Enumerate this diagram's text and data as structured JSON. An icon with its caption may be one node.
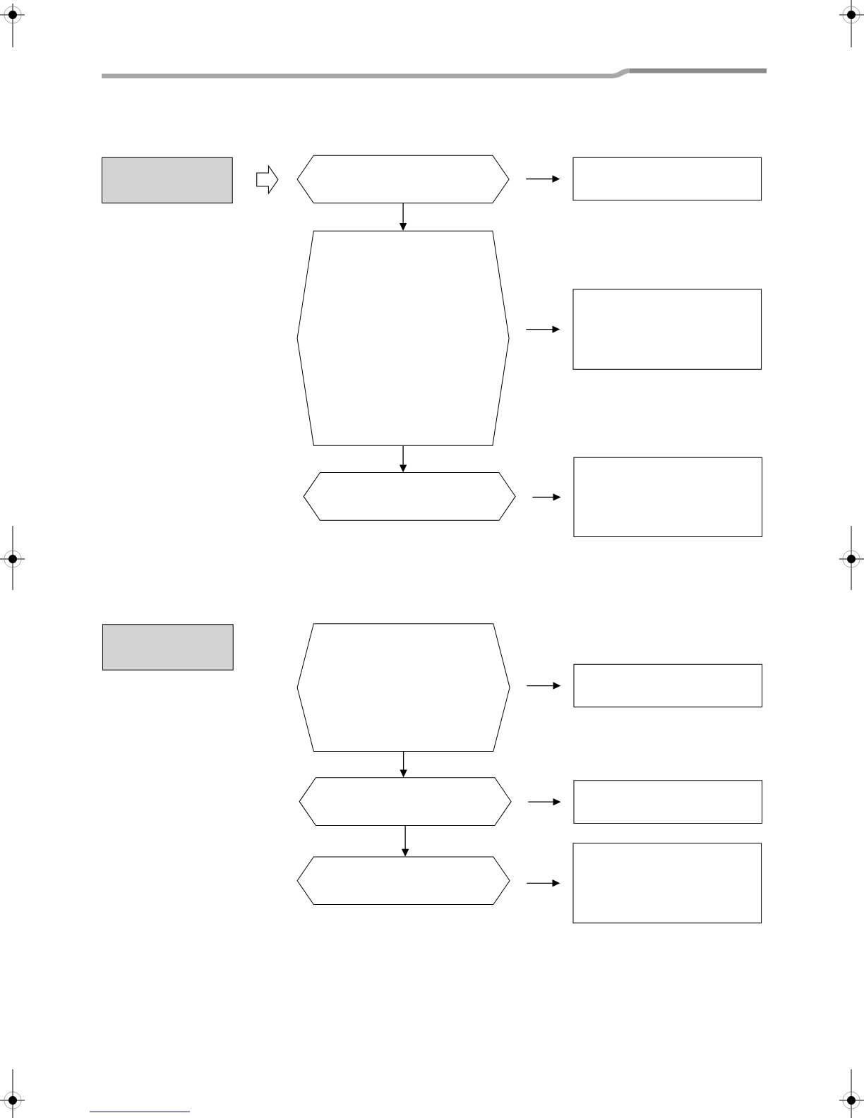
{
  "diagram": {
    "nodes": [
      {
        "text": [],
        "shape": "box"
      },
      {
        "text": [],
        "shape": "hexagon"
      },
      {
        "text": [],
        "shape": "box"
      },
      {
        "text": [],
        "shape": "hexagon"
      },
      {
        "text": [],
        "shape": "box"
      },
      {
        "text": [],
        "shape": "hexagon"
      },
      {
        "text": [],
        "shape": "box"
      },
      {
        "text": [],
        "shape": "box"
      },
      {
        "text": [],
        "shape": "hexagon"
      },
      {
        "text": [],
        "shape": "box"
      },
      {
        "text": [],
        "shape": "hexagon"
      },
      {
        "text": [],
        "shape": "box"
      },
      {
        "text": [],
        "shape": "hexagon"
      },
      {
        "text": [],
        "shape": "box"
      }
    ],
    "edges": [
      {
        "from": 0,
        "to": 1,
        "arrow": "to",
        "style": "thick"
      },
      {
        "from": 1,
        "to": 2,
        "arrow": "to"
      },
      {
        "from": 1,
        "to": 3,
        "arrow": "to"
      },
      {
        "from": 3,
        "to": 4,
        "arrow": "to"
      },
      {
        "from": 3,
        "to": 5,
        "arrow": "to"
      },
      {
        "from": 5,
        "to": 6,
        "arrow": "to"
      },
      {
        "from": 8,
        "to": 9,
        "arrow": "to"
      },
      {
        "from": 8,
        "to": 10,
        "arrow": "to"
      },
      {
        "from": 10,
        "to": 11,
        "arrow": "to"
      },
      {
        "from": 10,
        "to": 12,
        "arrow": "to"
      },
      {
        "from": 12,
        "to": 13,
        "arrow": "to"
      }
    ]
  }
}
